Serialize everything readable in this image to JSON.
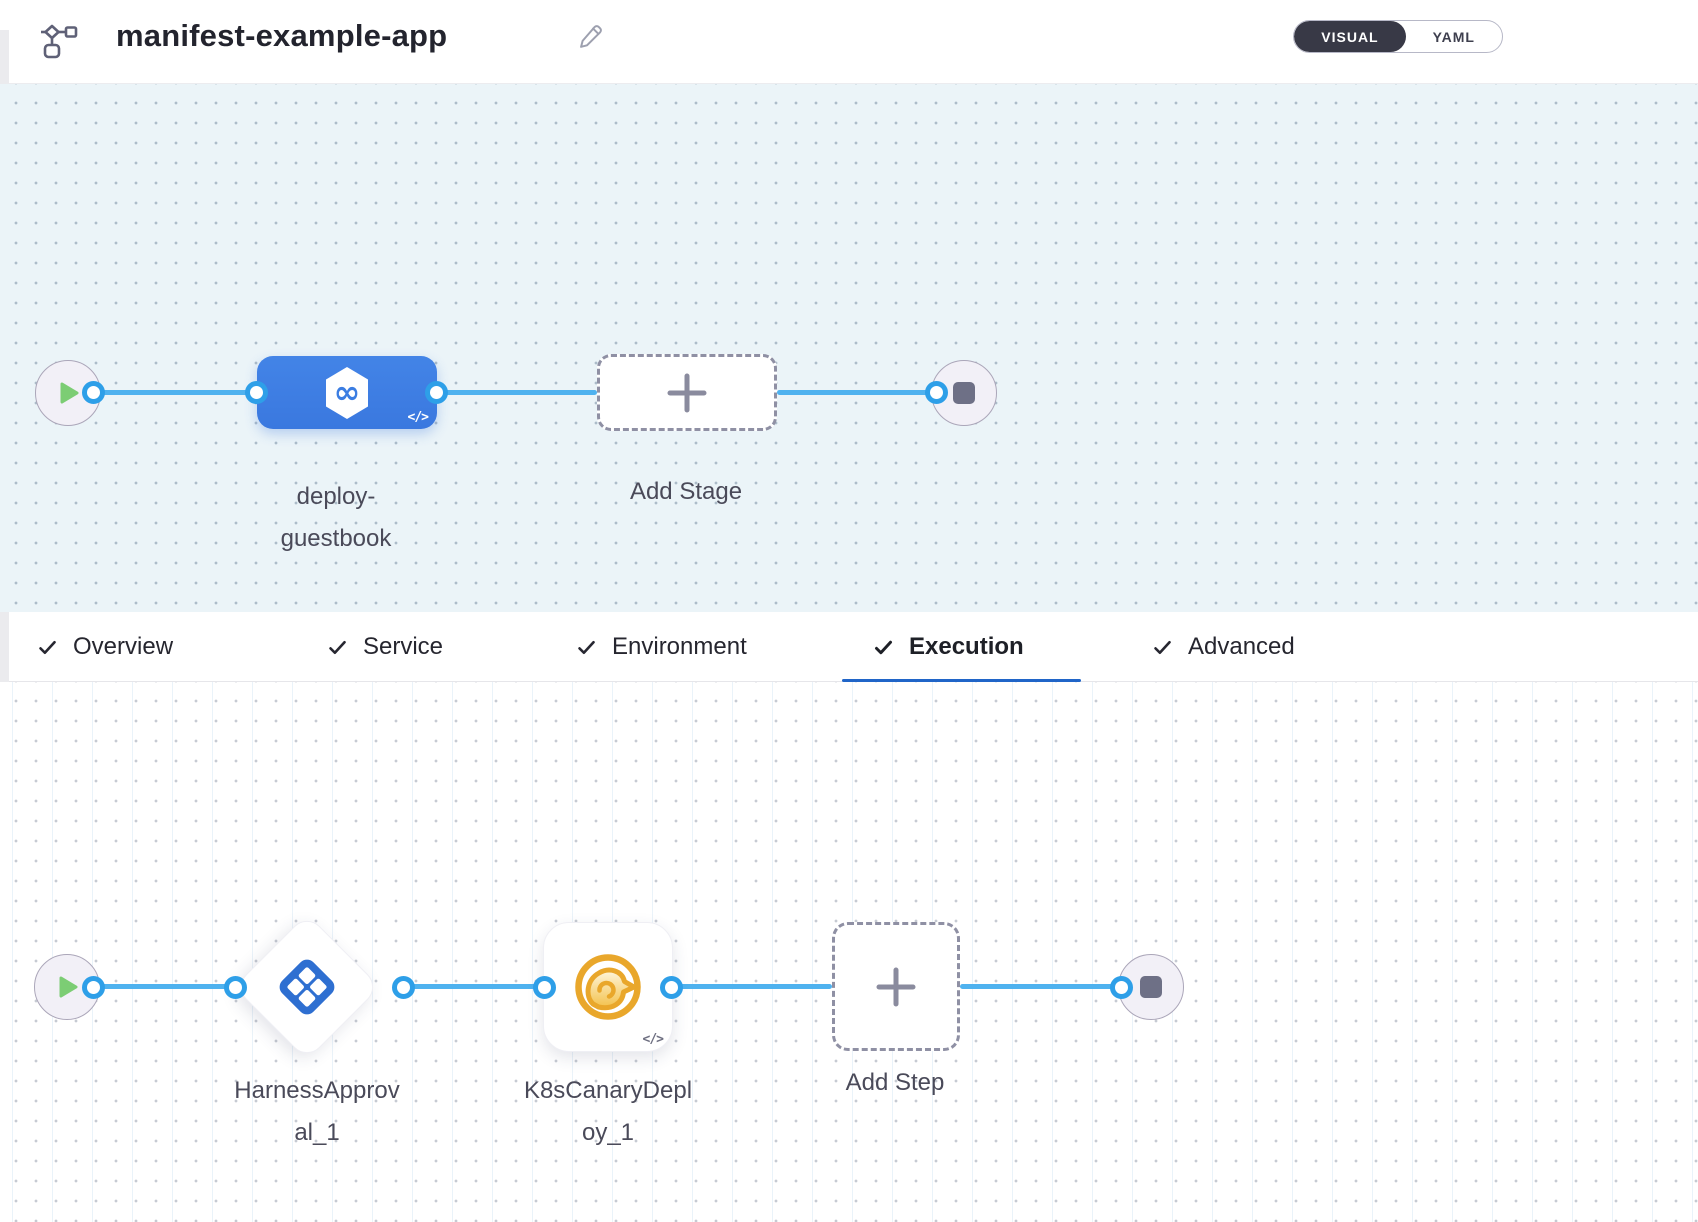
{
  "header": {
    "title": "manifest-example-app",
    "view_toggle": {
      "visual_label": "VISUAL",
      "yaml_label": "YAML",
      "active": "VISUAL"
    }
  },
  "stage_pipeline": {
    "stage_name": "deploy-guestbook",
    "stage_label_line1": "deploy-",
    "stage_label_line2": "guestbook",
    "add_stage_label": "Add Stage",
    "code_icon_label": "</>"
  },
  "tabs": [
    {
      "label": "Overview",
      "checked": true,
      "active": false
    },
    {
      "label": "Service",
      "checked": true,
      "active": false
    },
    {
      "label": "Environment",
      "checked": true,
      "active": false
    },
    {
      "label": "Execution",
      "checked": true,
      "active": true
    },
    {
      "label": "Advanced",
      "checked": true,
      "active": false
    }
  ],
  "execution_pipeline": {
    "approval_step": {
      "name": "HarnessApproval_1",
      "label_line1": "HarnessApprov",
      "label_line2": "al_1"
    },
    "canary_step": {
      "name": "K8sCanaryDeploy_1",
      "label_line1": "K8sCanaryDepl",
      "label_line2": "oy_1"
    },
    "add_step_label": "Add Step",
    "code_icon_label": "</>"
  },
  "colors": {
    "connector_blue": "#4FB2EF",
    "connector_dot_ring": "#2E9FE8",
    "stage_node_blue": "#3B7DE2",
    "approval_icon_blue": "#2E6FD1",
    "canary_gold": "#E9A72B",
    "active_tab_underline": "#2065C8",
    "play_green": "#7CCD74",
    "toggle_dark": "#383946",
    "canvas_stage_bg": "#EBF4F8",
    "canvas_exec_bg": "#FFFFFF"
  }
}
